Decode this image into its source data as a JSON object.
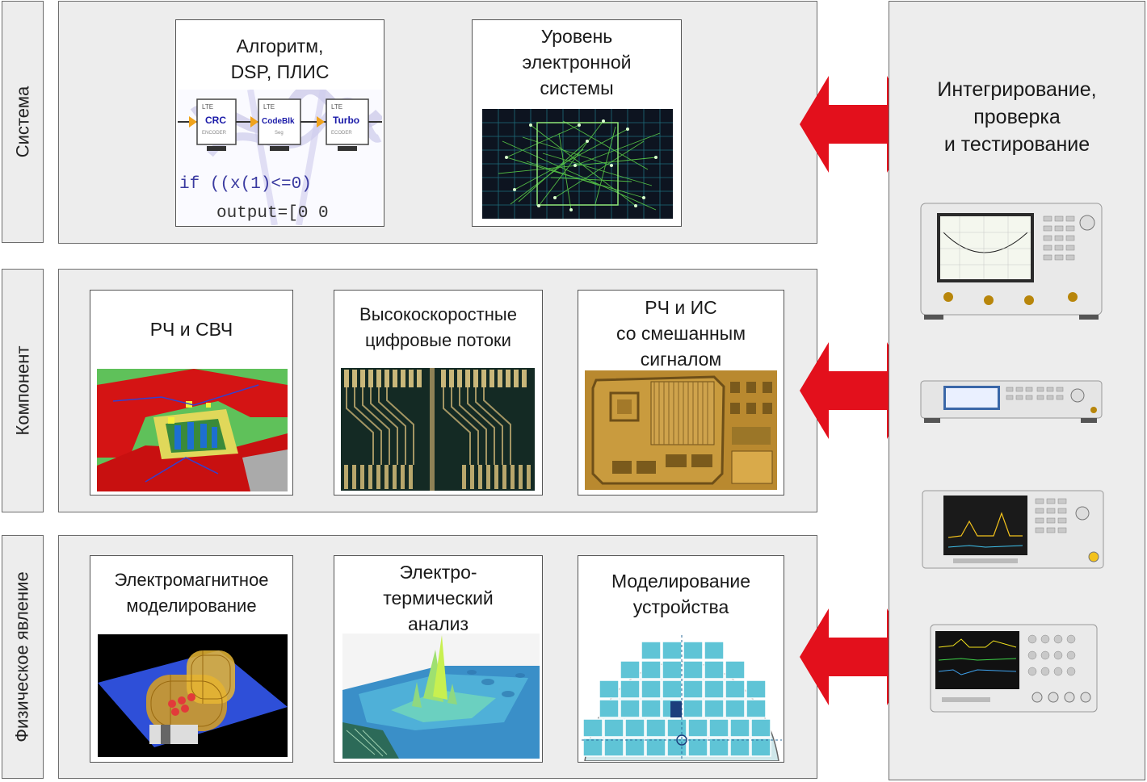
{
  "colors": {
    "panel": "#ededed",
    "border": "#6d6d6d",
    "arrow": "#e3101c"
  },
  "levels": {
    "system": "Система",
    "component": "Компонент",
    "physical": "Физическое явление"
  },
  "system_cards": {
    "algorithm": {
      "lines": [
        "Алгоритм,",
        "DSP, ПЛИС"
      ]
    },
    "electronic": {
      "lines": [
        "Уровень",
        "электронной",
        "системы"
      ]
    }
  },
  "algorithm_image": {
    "blocks": [
      {
        "tag": "LTE",
        "name": "CRC",
        "sub": "ENCODER"
      },
      {
        "tag": "LTE",
        "name": "CodeBlk",
        "sub": "Seg"
      },
      {
        "tag": "LTE",
        "name": "Turbo",
        "sub": "ECODER"
      }
    ],
    "code_line1": "if ((x(1)<=0)",
    "code_line2": "output=[0 0"
  },
  "component_cards": {
    "rf": {
      "lines": [
        "РЧ и СВЧ"
      ]
    },
    "digital": {
      "lines": [
        "Высокоскоростные",
        "цифровые потоки"
      ]
    },
    "mixed": {
      "lines": [
        "РЧ и ИС",
        "со смешанным",
        "сигналом"
      ]
    }
  },
  "physical_cards": {
    "em": {
      "lines": [
        "Электромагнитное",
        "моделирование"
      ]
    },
    "thermal": {
      "lines": [
        "Электро-",
        "термический",
        "анализ"
      ]
    },
    "device": {
      "lines": [
        "Моделирование",
        "устройства"
      ]
    }
  },
  "right_panel": {
    "title": [
      "Интегрирование,",
      "проверка",
      "и тестирование"
    ],
    "instruments": [
      "network-analyzer",
      "signal-generator",
      "signal-analyzer",
      "oscilloscope"
    ]
  }
}
